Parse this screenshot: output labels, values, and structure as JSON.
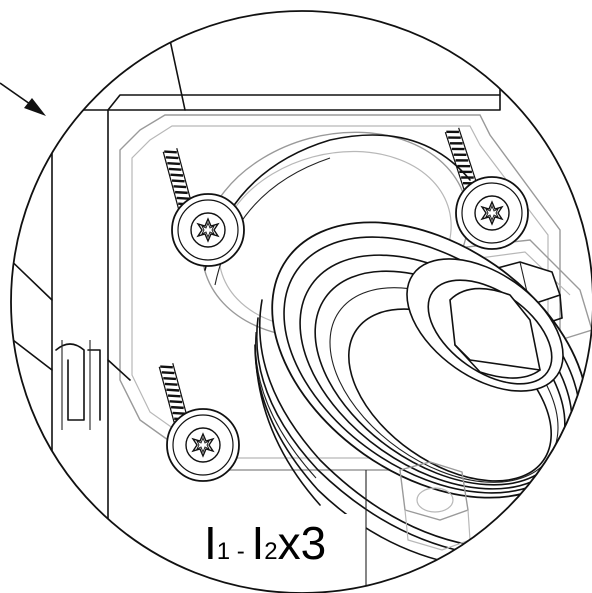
{
  "callout": {
    "part1": "I",
    "sub1": "1",
    "sep": " - ",
    "part2": "I",
    "sub2": "2",
    "qty": "x3"
  },
  "parts": {
    "screws": [
      {
        "name": "screw-top-left"
      },
      {
        "name": "screw-top-right"
      },
      {
        "name": "screw-bottom-left"
      }
    ]
  }
}
